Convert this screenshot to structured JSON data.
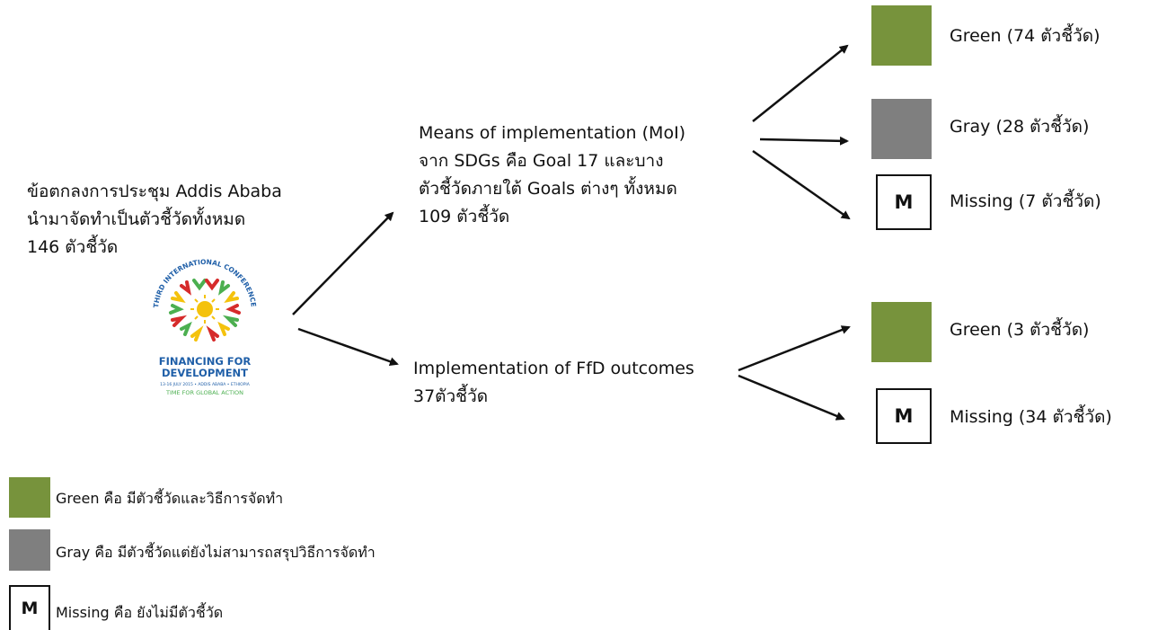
{
  "root": {
    "text": "ข้อตกลงการประชุม Addis Ababa\nนำมาจัดทำเป็นตัวชี้วัดทั้งหมด\n146 ตัวชี้วัด"
  },
  "logo": {
    "arc_text": "THIRD INTERNATIONAL CONFERENCE",
    "line1": "FINANCING FOR",
    "line2": "DEVELOPMENT",
    "date": "13-16 JULY 2015 • ADDIS ABABA • ETHIOPIA",
    "tagline": "TIME FOR GLOBAL ACTION",
    "colors": {
      "green": "#4caf50",
      "red": "#d62b2b",
      "yellow": "#f4c20d",
      "blue": "#1f5fa8"
    }
  },
  "branches": {
    "moi": "Means of implementation (MoI)\nจาก SDGs คือ Goal 17 และบาง\nตัวชี้วัดภายใต้ Goals ต่างๆ ทั้งหมด\n109 ตัวชี้วัด",
    "ffd": "Implementation of FfD outcomes\n37ตัวชี้วัด"
  },
  "moi_results": {
    "green": "Green (74 ตัวชี้วัด)",
    "gray": "Gray (28 ตัวชี้วัด)",
    "missing": "Missing (7 ตัวชี้วัด)"
  },
  "ffd_results": {
    "green": "Green (3 ตัวชี้วัด)",
    "missing": "Missing (34 ตัวชี้วัด)"
  },
  "missing_symbol": "M",
  "legend": {
    "green": "Green คือ มีตัวชี้วัดและวิธีการจัดทำ",
    "gray": "Gray คือ มีตัวชี้วัดแต่ยังไม่สามารถสรุปวิธีการจัดทำ",
    "missing": "Missing คือ ยังไม่มีตัวชี้วัด"
  },
  "colors": {
    "green": "#77933c",
    "gray": "#7f7f7f"
  }
}
